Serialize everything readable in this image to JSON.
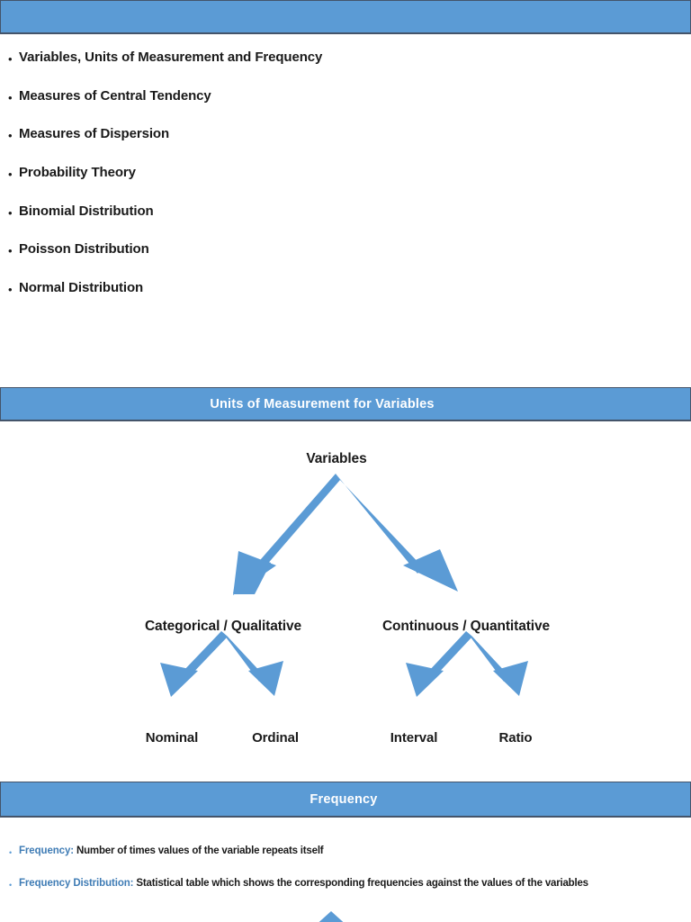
{
  "theme": {
    "banner_blue": "#5B9BD5",
    "banner_border": "#44546A",
    "arrow_blue": "#5B9BD5",
    "term_blue": "#3F7CB5",
    "text_black": "#1A1A1A",
    "background": "#FFFFFF"
  },
  "slide_outline": {
    "banner_title": "",
    "items": [
      {
        "label": "Variables, Units of Measurement and Frequency"
      },
      {
        "label": "Measures of Central Tendency"
      },
      {
        "label": "Measures of Dispersion"
      },
      {
        "label": "Probability Theory"
      },
      {
        "label": "Binomial Distribution"
      },
      {
        "label": "Poisson Distribution"
      },
      {
        "label": "Normal Distribution"
      }
    ],
    "bullet_glyph": "•"
  },
  "slide_units": {
    "banner_title": "Units of Measurement for Variables",
    "diagram": {
      "root": "Variables",
      "branches": [
        {
          "label": "Categorical / Qualitative",
          "children": [
            "Nominal",
            "Ordinal"
          ]
        },
        {
          "label": "Continuous / Quantitative",
          "children": [
            "Interval",
            "Ratio"
          ]
        }
      ]
    }
  },
  "slide_frequency": {
    "banner_title": "Frequency",
    "bullet_glyph": "•",
    "items": [
      {
        "term": "Frequency:",
        "description": "Number of times values of the variable repeats itself"
      },
      {
        "term": "Frequency Distribution:",
        "description": "Statistical table which shows the corresponding frequencies against the values of the variables"
      }
    ]
  }
}
